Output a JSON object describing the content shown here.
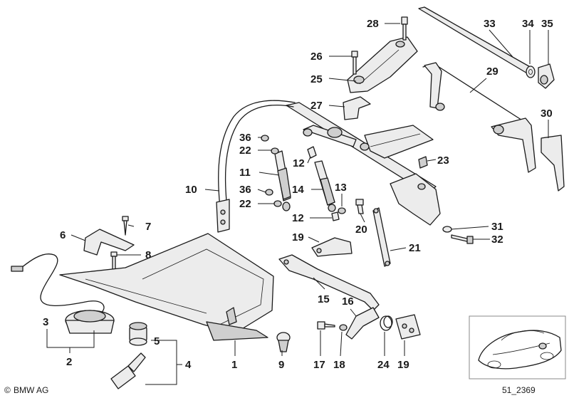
{
  "callouts": [
    {
      "label": "28"
    },
    {
      "label": "33"
    },
    {
      "label": "34"
    },
    {
      "label": "35"
    },
    {
      "label": "26"
    },
    {
      "label": "25"
    },
    {
      "label": "29"
    },
    {
      "label": "27"
    },
    {
      "label": "30"
    },
    {
      "label": "36"
    },
    {
      "label": "22"
    },
    {
      "label": "23"
    },
    {
      "label": "12"
    },
    {
      "label": "11"
    },
    {
      "label": "10"
    },
    {
      "label": "36"
    },
    {
      "label": "14"
    },
    {
      "label": "13"
    },
    {
      "label": "22"
    },
    {
      "label": "12"
    },
    {
      "label": "7"
    },
    {
      "label": "31"
    },
    {
      "label": "6"
    },
    {
      "label": "20"
    },
    {
      "label": "32"
    },
    {
      "label": "19"
    },
    {
      "label": "8"
    },
    {
      "label": "21"
    },
    {
      "label": "15"
    },
    {
      "label": "16"
    },
    {
      "label": "3"
    },
    {
      "label": "5"
    },
    {
      "label": "4"
    },
    {
      "label": "2"
    },
    {
      "label": "1"
    },
    {
      "label": "9"
    },
    {
      "label": "17"
    },
    {
      "label": "18"
    },
    {
      "label": "24"
    },
    {
      "label": "19"
    }
  ],
  "footer": {
    "logo_text": "BMW AG",
    "copyright_symbol": "©",
    "diagram_number": "51_2369"
  },
  "colors": {
    "line": "#1a1a1a",
    "part_fill": "#ececec",
    "background": "#ffffff"
  }
}
